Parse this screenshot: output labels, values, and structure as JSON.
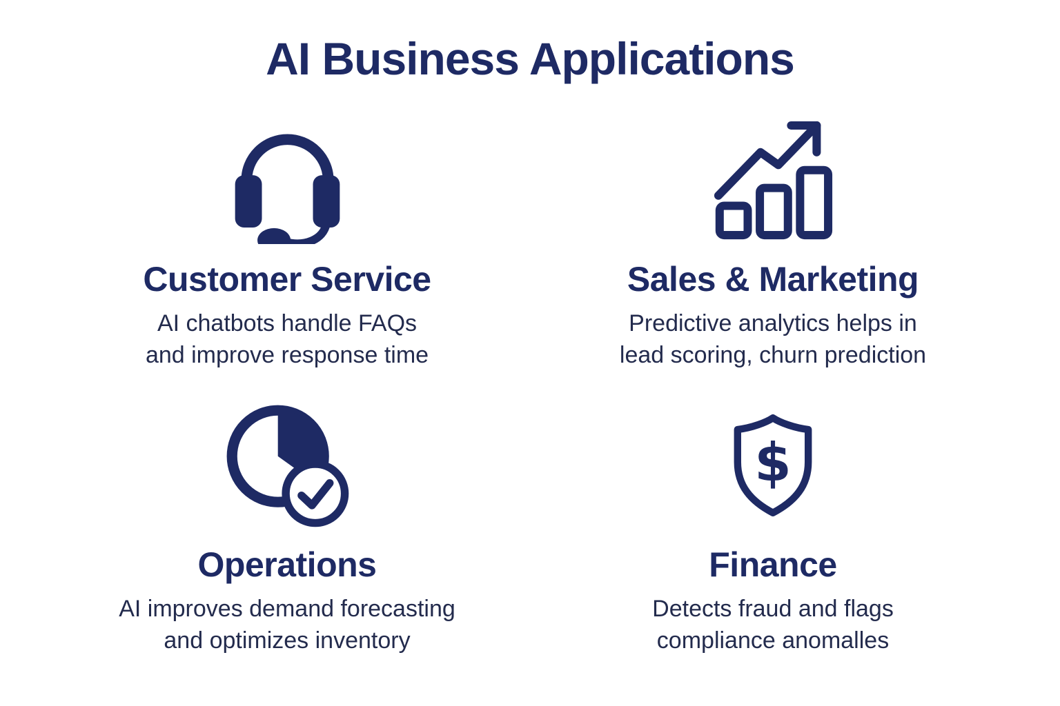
{
  "page": {
    "title": "AI Business Applications"
  },
  "colors": {
    "background": "#ffffff",
    "navy": "#1e2a64",
    "body_text": "#232b4d"
  },
  "cards": [
    {
      "id": "customer-service",
      "icon": "headset-icon",
      "title": "Customer Service",
      "description": "AI chatbots handle FAQs\nand improve response time"
    },
    {
      "id": "sales-marketing",
      "icon": "growth-chart-arrow-icon",
      "title": "Sales & Marketing",
      "description": "Predictive analytics helps in\nlead scoring, churn prediction"
    },
    {
      "id": "operations",
      "icon": "pie-clock-check-icon",
      "title": "Operations",
      "description": "AI improves demand forecasting\nand optimizes inventory"
    },
    {
      "id": "finance",
      "icon": "shield-dollar-icon",
      "title": "Finance",
      "description": "Detects fraud and flags\ncompliance anomalles"
    }
  ]
}
